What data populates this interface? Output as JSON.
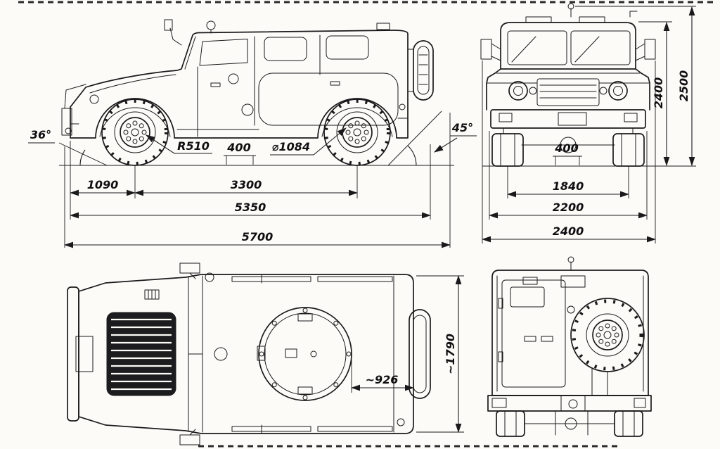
{
  "drawing": {
    "subject": "armored-vehicle-four-view-blueprint",
    "ink_color": "#1a1a1c",
    "paper_color": "#fcfbf7",
    "side": {
      "approach_angle": "36°",
      "departure_angle": "45°",
      "wheel_radius": "R510",
      "ground_clearance": "400",
      "tire_diameter": "⌀1084",
      "front_overhang": "1090",
      "wheelbase": "3300",
      "body_length": "5350",
      "overall_length": "5700"
    },
    "front": {
      "cab_height": "2400",
      "overall_height": "2500",
      "axle_clearance": "400",
      "track_width": "1840",
      "body_width": "2200",
      "overall_width": "2400"
    },
    "top": {
      "hatch_to_rear": "~926",
      "roof_width": "~1790"
    }
  }
}
